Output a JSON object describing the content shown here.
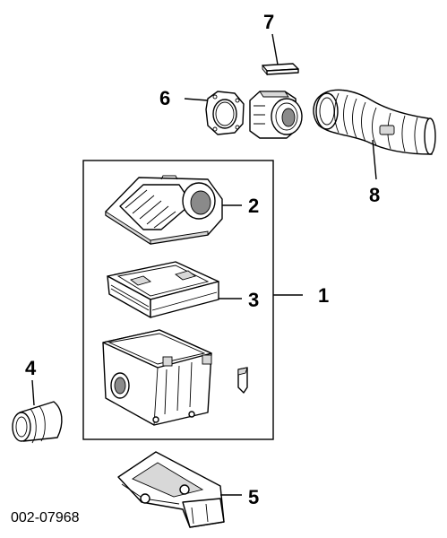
{
  "diagram": {
    "callouts": [
      {
        "id": "c1",
        "label": "1"
      },
      {
        "id": "c2",
        "label": "2"
      },
      {
        "id": "c3",
        "label": "3"
      },
      {
        "id": "c4",
        "label": "4"
      },
      {
        "id": "c5",
        "label": "5"
      },
      {
        "id": "c6",
        "label": "6"
      },
      {
        "id": "c7",
        "label": "7"
      },
      {
        "id": "c8",
        "label": "8"
      }
    ],
    "diagram_id": "002-07968"
  }
}
